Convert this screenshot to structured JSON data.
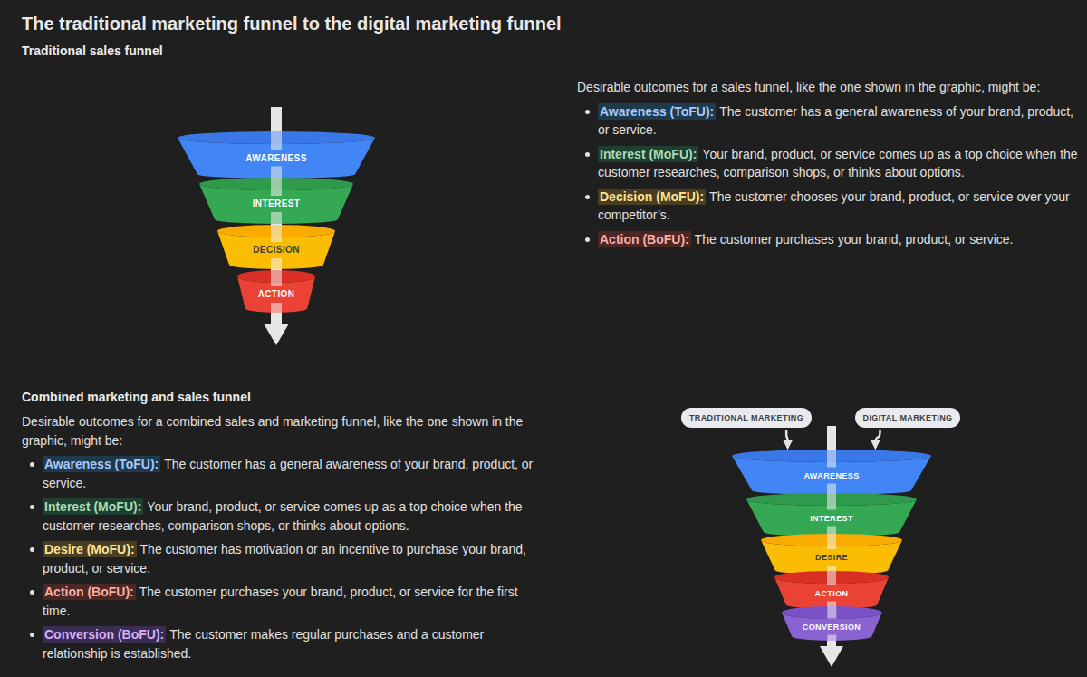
{
  "diagram": {
    "title": "The traditional marketing funnel to the digital marketing funnel",
    "nodes": [
      {
        "text": [
          "AWARENESS"
        ]
      },
      {
        "text": [
          "INTEREST"
        ]
      },
      {
        "text": [
          "DECISION"
        ]
      },
      {
        "text": [
          "ACTION"
        ]
      },
      {
        "text": [
          "TRADITIONAL MARKETING"
        ]
      },
      {
        "text": [
          "DIGITAL MARKETING"
        ]
      },
      {
        "text": [
          "AWARENESS"
        ]
      },
      {
        "text": [
          "INTEREST"
        ]
      },
      {
        "text": [
          "DESIRE"
        ]
      },
      {
        "text": [
          "ACTION"
        ]
      },
      {
        "text": [
          "CONVERSION"
        ]
      }
    ],
    "edges": [
      {
        "from": 4,
        "to": 6,
        "arrow": "to"
      },
      {
        "from": 5,
        "to": 6,
        "arrow": "to"
      }
    ],
    "labels": [
      "Traditional sales funnel",
      "Desirable outcomes for a sales funnel, like the one shown in the graphic, might be:",
      "Awareness (ToFU):",
      "The customer has a general awareness of your brand, product, or service.",
      "Interest (MoFU):",
      "Your brand, product, or service comes up as a top choice when the customer researches, comparison shops, or thinks about options.",
      "Decision (MoFU):",
      "The customer chooses your brand, product, or service over your competitor’s.",
      "Action (BoFU):",
      "The customer purchases your brand, product, or service.",
      "Combined marketing and sales funnel",
      "Desirable outcomes for a combined sales and marketing funnel, like the one shown in the graphic, might be:",
      "Awareness (ToFU):",
      "The customer has a general awareness of your brand, product, or service.",
      "Interest (MoFU):",
      "Your brand, product, or service comes up as a top choice when the customer researches, comparison shops, or thinks about options.",
      "Desire (MoFU):",
      "The customer has motivation or an incentive to purchase your brand, product, or service.",
      "Action (BoFU):",
      "The customer purchases your brand, product, or service for the first time.",
      "Conversion (BoFU):",
      "The customer makes regular purchases and a customer relationship is established."
    ]
  }
}
